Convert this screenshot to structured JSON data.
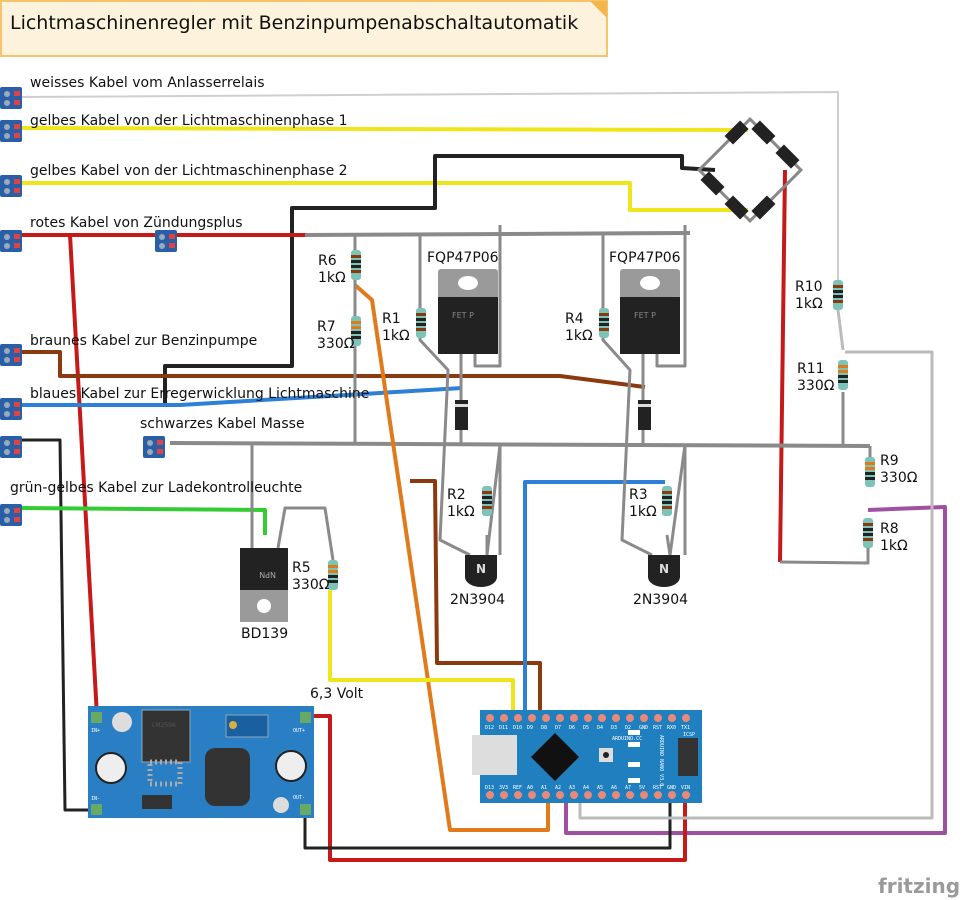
{
  "title": "Lichtmaschinenregler mit Benzinpumpenabschaltautomatik",
  "wire_labels": {
    "white": "weisses Kabel vom Anlasserrelais",
    "yellow1": "gelbes Kabel von der Lichtmaschinenphase 1",
    "yellow2": "gelbes Kabel von der Lichtmaschinenphase 2",
    "red": "rotes Kabel von Zündungsplus",
    "brown": "braunes Kabel zur Benzinpumpe",
    "blue": "blaues Kabel zur Erregerwicklung Lichtmaschine",
    "black": "schwarzes Kabel Masse",
    "greenyellow": "grün-gelbes Kabel zur Ladekontrolleuchte"
  },
  "components": {
    "R1": {
      "name": "R1",
      "value": "1kΩ"
    },
    "R2": {
      "name": "R2",
      "value": "1kΩ"
    },
    "R3": {
      "name": "R3",
      "value": "1kΩ"
    },
    "R4": {
      "name": "R4",
      "value": "1kΩ"
    },
    "R5": {
      "name": "R5",
      "value": "330Ω"
    },
    "R6": {
      "name": "R6",
      "value": "1kΩ"
    },
    "R7": {
      "name": "R7",
      "value": "330Ω"
    },
    "R8": {
      "name": "R8",
      "value": "1kΩ"
    },
    "R9": {
      "name": "R9",
      "value": "330Ω"
    },
    "R10": {
      "name": "R10",
      "value": "1kΩ"
    },
    "R11": {
      "name": "R11",
      "value": "330Ω"
    },
    "Q1": {
      "name": "FQP47P06",
      "marking": "FET P"
    },
    "Q2": {
      "name": "FQP47P06",
      "marking": "FET P"
    },
    "T1": {
      "name": "2N3904",
      "marking": "N"
    },
    "T2": {
      "name": "2N3904",
      "marking": "N"
    },
    "T3": {
      "name": "BD139",
      "marking": "NPN"
    }
  },
  "voltage_label": "6,3 Volt",
  "buck": {
    "chip": "LM2596",
    "in_plus": "IN+",
    "in_minus": "IN-",
    "out_plus": "OUT+",
    "out_minus": "OUT-"
  },
  "arduino": {
    "top_pins": [
      "D12",
      "D11",
      "D10",
      "D9",
      "D8",
      "D7",
      "D6",
      "D5",
      "D4",
      "D3",
      "D2",
      "GND",
      "RST",
      "RX0",
      "TX1"
    ],
    "bottom_pins": [
      "D13",
      "3V3",
      "REF",
      "A0",
      "A1",
      "A2",
      "A3",
      "A4",
      "A5",
      "A6",
      "A7",
      "5V",
      "RST",
      "GND",
      "VIN"
    ],
    "brand": "ARDUINO.CC",
    "model": "ARDUINO NANO V3.0",
    "icsp": "ICSP"
  },
  "logo": "fritzing",
  "colors": {
    "board": "#1f7fbf",
    "title_bg": "#fdf3dc",
    "title_border": "#f5b54a"
  }
}
